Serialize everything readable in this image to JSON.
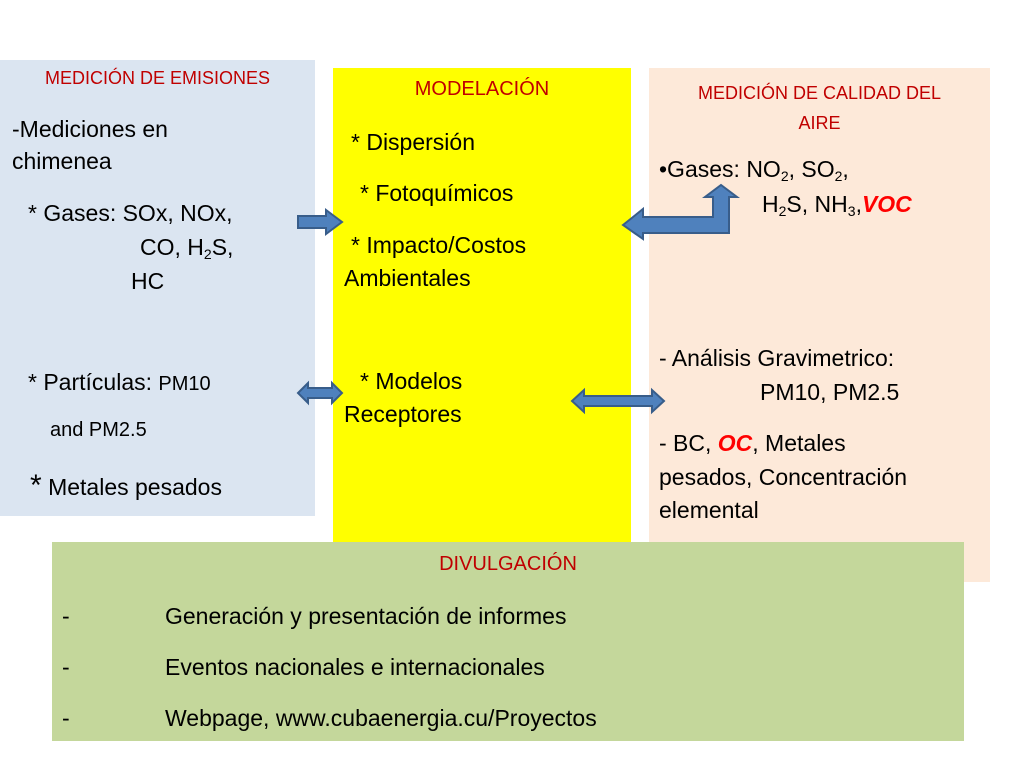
{
  "emisiones": {
    "title": "MEDICIÓN DE EMISIONES",
    "line1": "-Mediciones en",
    "line2": "chimenea",
    "gases_label": "* Gases: SOx, NOx,",
    "gases_co": "CO, H",
    "gases_sub": "2",
    "gases_s": "S,",
    "gases_hc": "HC",
    "particulas_label": "* Partículas: ",
    "particulas_pm": "PM10",
    "particulas_and": "and PM2.5",
    "metales_star": "*",
    "metales_text": " Metales pesados"
  },
  "modelacion": {
    "title": "MODELACIÓN",
    "item1": "* Dispersión",
    "item2": "* Fotoquímicos",
    "item3a": "* Impacto/Costos",
    "item3b": "Ambientales",
    "item4a": "* Modelos",
    "item4b": "Receptores"
  },
  "calidad": {
    "title_line1": "MEDICIÓN DE CALIDAD DEL",
    "title_line2": "AIRE",
    "gases_bullet": "•Gases: ",
    "no": "NO",
    "no_sub": "2",
    "so": ", SO",
    "so_sub": "2",
    "so_end": ",",
    "h": "H",
    "h_sub": "2",
    "s_nh": "S, NH",
    "nh_sub": "3",
    "comma": ",",
    "voc": "VOC",
    "analisis_line1": "- Análisis Gravimetrico:",
    "analisis_line2": "PM10, PM2.5",
    "bc_prefix": "- BC, ",
    "oc": "OC",
    "bc_suffix": ", Metales",
    "bc_line2": "pesados,  Concentración",
    "bc_line3": "elemental"
  },
  "divulgacion": {
    "title": "DIVULGACIÓN",
    "items": [
      {
        "dash": "-",
        "text": "Generación y presentación de informes"
      },
      {
        "dash": "-",
        "text": "Eventos nacionales e internacionales"
      },
      {
        "dash": "-",
        "text": "Webpage, www.cubaenergia.cu/Proyectos"
      }
    ]
  },
  "colors": {
    "emisiones_bg": "#dbe5f1",
    "modelacion_bg": "#ffff00",
    "calidad_bg": "#fde9d9",
    "divulgacion_bg": "#c4d79b",
    "title_red": "#c00000",
    "highlight_red": "#ff0000",
    "arrow_fill": "#4f81bd",
    "arrow_stroke": "#385d8a"
  }
}
